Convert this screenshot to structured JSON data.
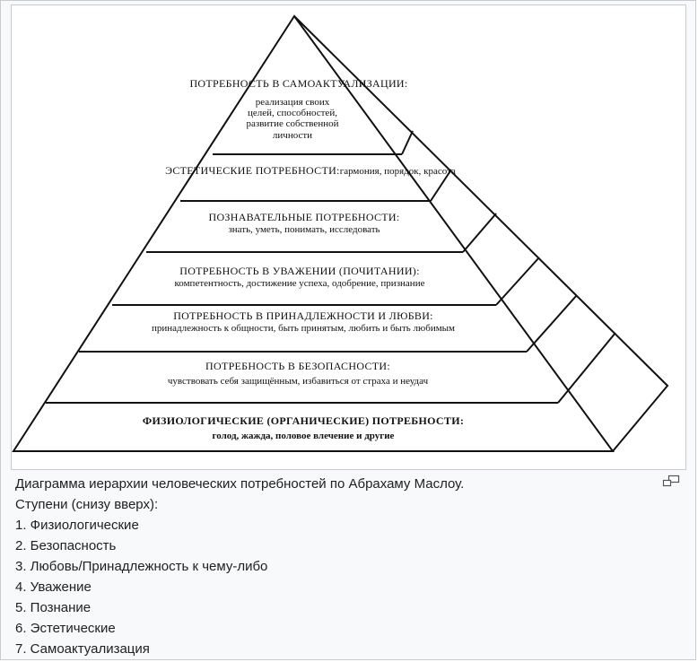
{
  "diagram": {
    "levels": [
      {
        "id": "self-actualization",
        "title": "ПОТРЕБНОСТЬ В САМОАКТУАЛИЗАЦИИ:",
        "desc_lines": [
          "реализация своих",
          "целей, способностей,",
          "развитие собственной",
          "личности"
        ]
      },
      {
        "id": "aesthetic",
        "title": "ЭСТЕТИЧЕСКИЕ ПОТРЕБНОСТИ:",
        "desc": "гармония, порядок, красота"
      },
      {
        "id": "cognitive",
        "title": "ПОЗНАВАТЕЛЬНЫЕ ПОТРЕБНОСТИ:",
        "desc": "знать, уметь, понимать, исследовать"
      },
      {
        "id": "esteem",
        "title": "ПОТРЕБНОСТЬ В УВАЖЕНИИ (ПОЧИТАНИИ):",
        "desc": "компетентность, достижение успеха, одобрение, признание"
      },
      {
        "id": "belonging",
        "title": "ПОТРЕБНОСТЬ В ПРИНАДЛЕЖНОСТИ И ЛЮБВИ:",
        "desc": "принадлежность к общности, быть принятым, любить и быть любимым"
      },
      {
        "id": "safety",
        "title": "ПОТРЕБНОСТЬ В БЕЗОПАСНОСТИ:",
        "desc": "чувствовать себя защищённым, избавиться от страха и неудач"
      },
      {
        "id": "physiological",
        "title": "ФИЗИОЛОГИЧЕСКИЕ (ОРГАНИЧЕСКИЕ) ПОТРЕБНОСТИ:",
        "desc": "голод, жажда, половое влечение и другие"
      }
    ]
  },
  "caption": {
    "intro": "Диаграмма иерархии человеческих потребностей по Абрахаму Маслоу.",
    "steps_heading": "Ступени (снизу вверх):",
    "steps": [
      "1. Физиологические",
      "2. Безопасность",
      "3. Любовь/Принадлежность к чему-либо",
      "4. Уважение",
      "5. Познание",
      "6. Эстетические",
      "7. Самоактуализация"
    ]
  },
  "icons": {
    "enlarge": "magnify-clip-icon"
  }
}
